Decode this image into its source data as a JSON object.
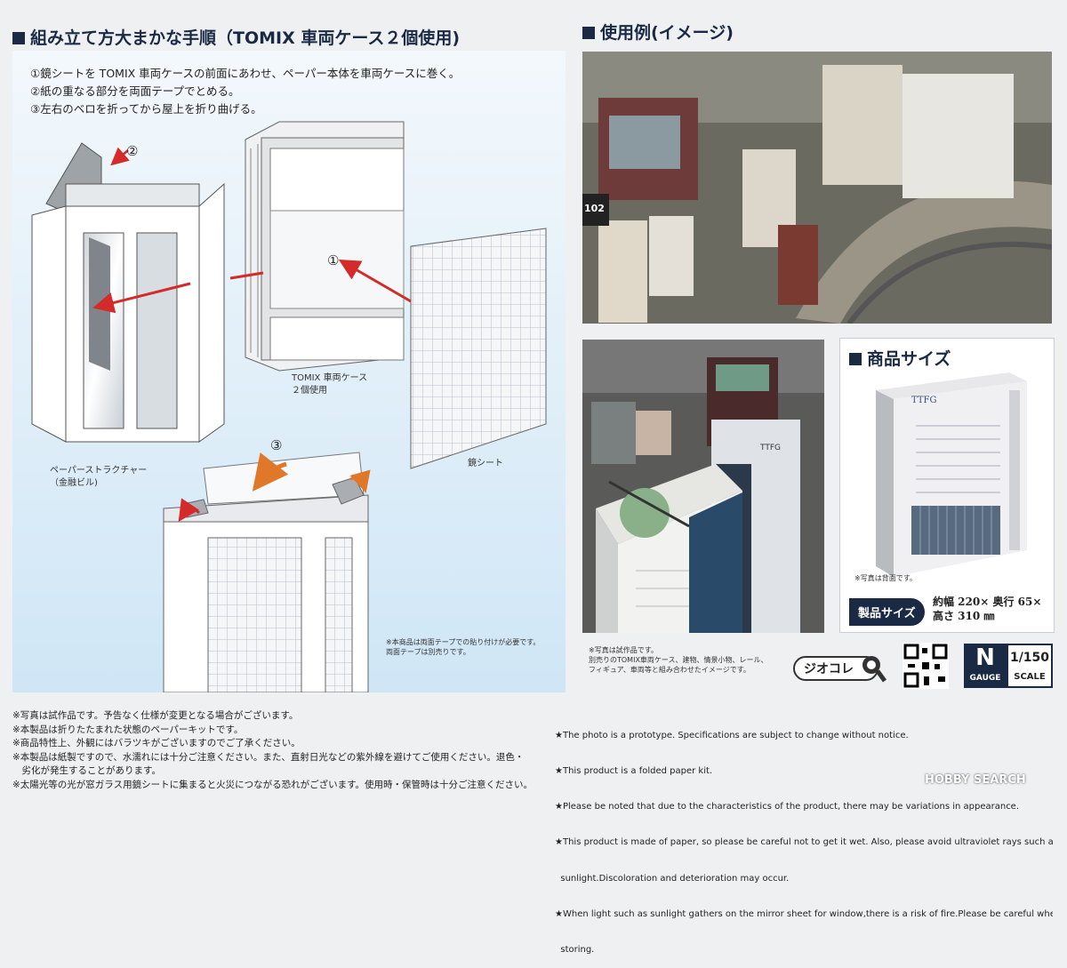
{
  "headings": {
    "assembly": "組み立て方大まかな手順（TOMIX 車両ケース２個使用)",
    "example": "使用例(イメージ)",
    "size": "商品サイズ"
  },
  "steps": [
    "①鏡シートを TOMIX 車両ケースの前面にあわせ、ペーパー本体を車両ケースに巻く。",
    "②紙の重なる部分を両面テープでとめる。",
    "③左右のベロを折ってから屋上を折り曲げる。"
  ],
  "diagram": {
    "marker1": "①",
    "marker2": "②",
    "marker3": "③",
    "case_label_1": "TOMIX 車両ケース",
    "case_label_2": "２個使用",
    "paper_label_1": "ペーパーストラクチャー",
    "paper_label_2": "（金融ビル)",
    "mirror_label": "鏡シート",
    "tape_note_1": "※本商品は両面テープでの貼り付けが必要です。",
    "tape_note_2": "両面テープは別売りです。"
  },
  "photos": {
    "sign_102": "102",
    "bank_sign": "TTFG",
    "caption_1": "※写真は試作品です。",
    "caption_2": "別売りのTOMIX車両ケース、建物、情景小物、レール、",
    "caption_3": "フィギュア、車両等と組み合わせたイメージです。"
  },
  "size": {
    "model_note": "※写真は背面です。",
    "label": "製品サイズ",
    "line1": "約幅 220× 奥行 65×",
    "line2": "高さ 310 ㎜",
    "logo": "TTFG"
  },
  "badges": {
    "geocolle": "ジオコレ",
    "gauge_letter": "N",
    "gauge_word": "GAUGE",
    "scale_num": "1/150",
    "scale_word": "SCALE"
  },
  "notes_jp": [
    "※写真は試作品です。予告なく仕様が変更となる場合がございます。",
    "※本製品は折りたたまれた状態のペーパーキットです。",
    "※商品特性上、外観にはバラツキがございますのでご了承ください。",
    "※本製品は紙製ですので、水濡れには十分ご注意ください。また、直射日光などの紫外線を避けてご使用ください。退色・",
    "　劣化が発生することがあります。",
    "※太陽光等の光が窓ガラス用鏡シートに集まると火災につながる恐れがございます。使用時・保管時は十分ご注意ください。"
  ],
  "notes_en": [
    "★The photo is a prototype. Specifications are subject to change without notice.",
    "★This product is a folded paper kit.",
    "★Please be noted that due to the characteristics of the product, there may be variations in appearance.",
    "★This product is made of paper, so please be careful not to get it wet. Also, please avoid ultraviolet rays such as direct",
    "  sunlight.Discoloration and deterioration may occur.",
    "★When light such as sunlight gathers on the mirror sheet for window,there is a risk of fire.Please be careful when using and",
    "  storing."
  ],
  "watermark": "HOBBY SEARCH",
  "colors": {
    "navy": "#1b2a44",
    "arrow_red": "#d42a2a",
    "orange": "#e0782a"
  }
}
